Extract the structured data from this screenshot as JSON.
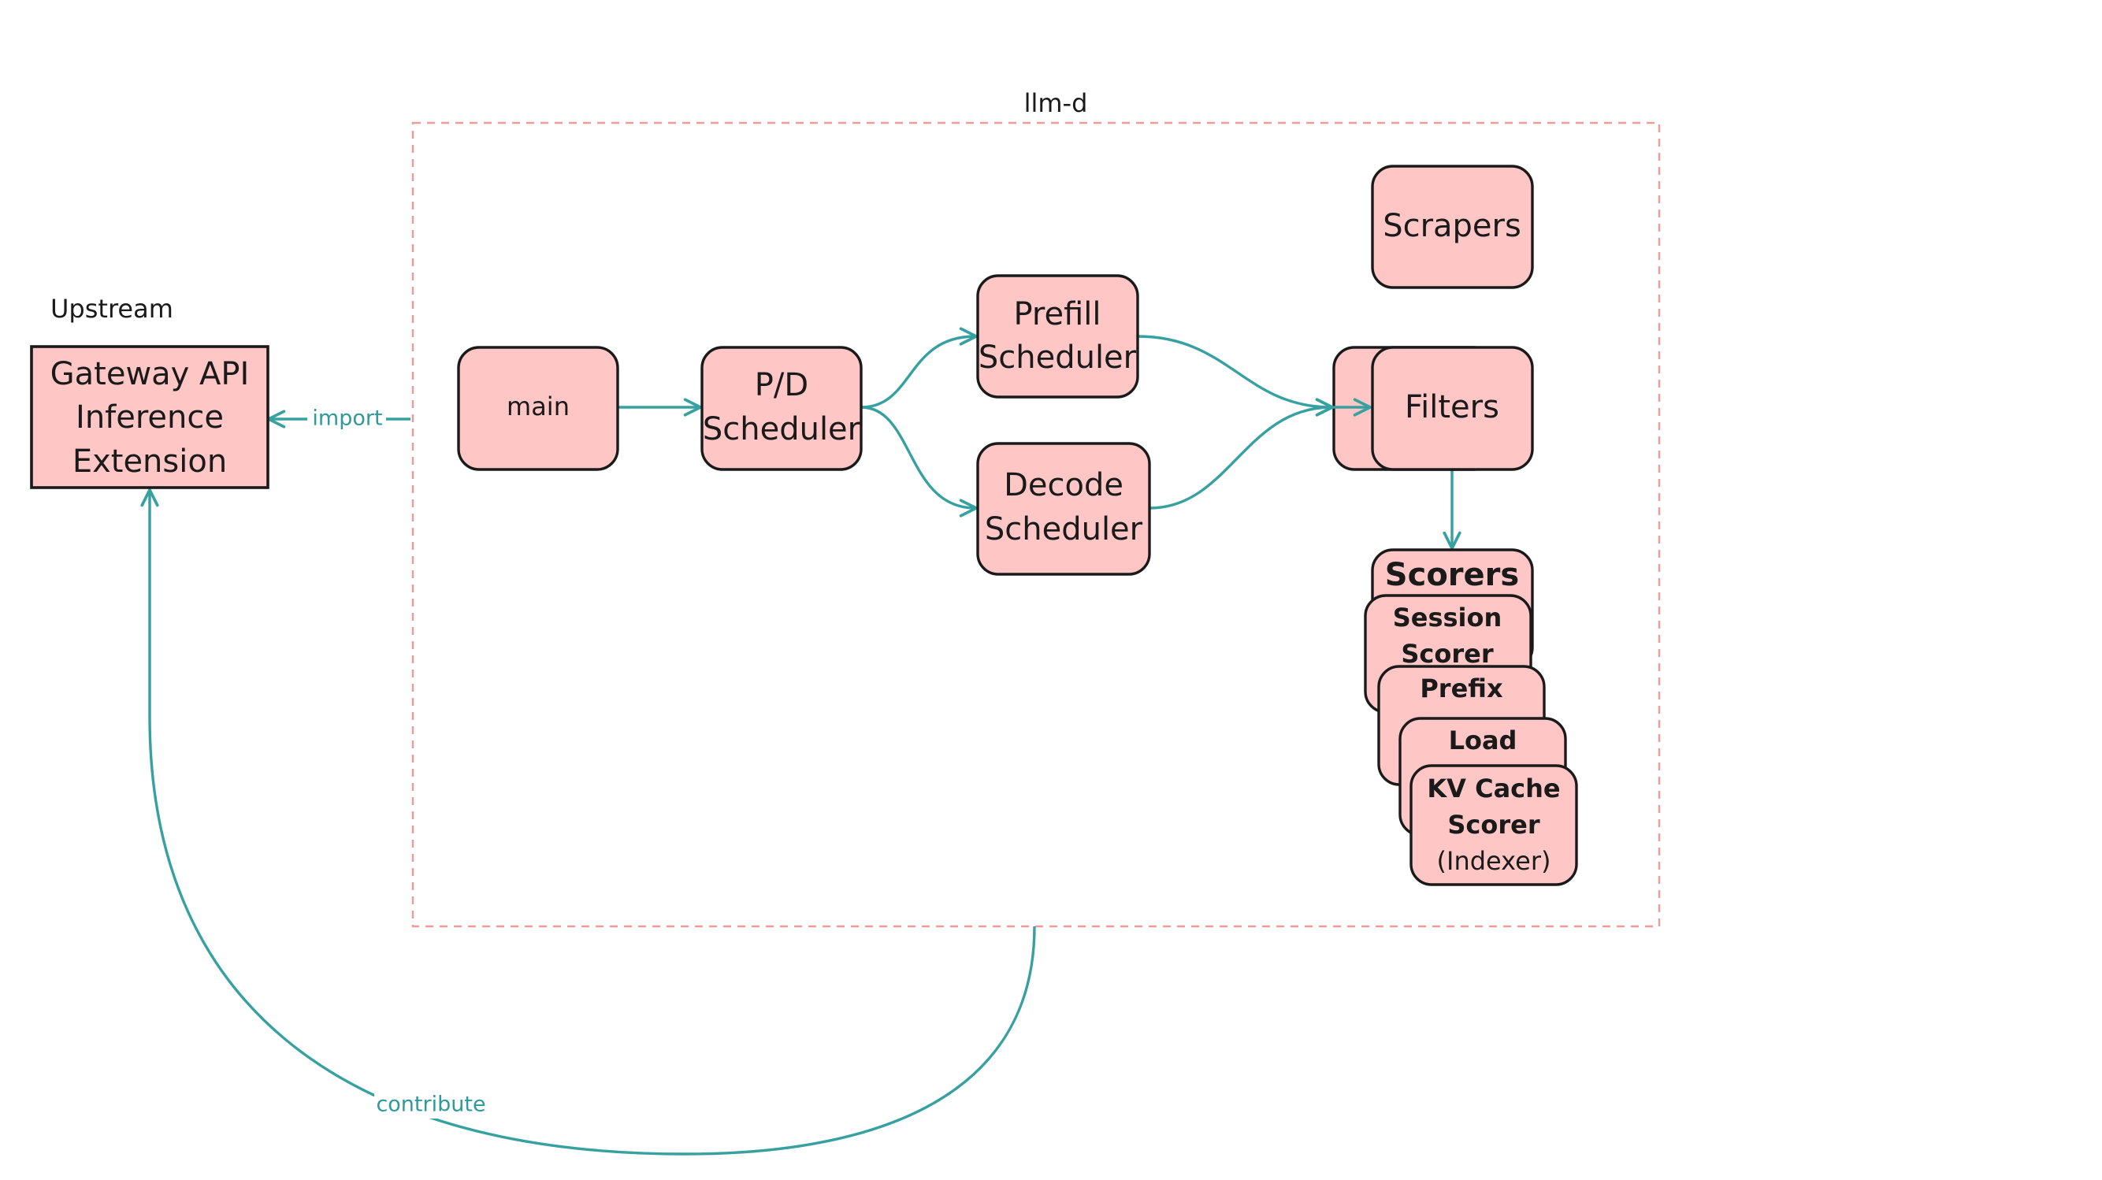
{
  "diagram": {
    "group_label": "llm-d",
    "upstream_label": "Upstream",
    "nodes": {
      "gateway": [
        "Gateway API",
        "Inference",
        "Extension"
      ],
      "main": "main",
      "pd_scheduler": [
        "P/D",
        "Scheduler"
      ],
      "prefill_scheduler": [
        "Prefill",
        "Scheduler"
      ],
      "decode_scheduler": [
        "Decode",
        "Scheduler"
      ],
      "scrapers": "Scrapers",
      "filters": "Filters",
      "scorers": "Scorers",
      "session_scorer": [
        "Session",
        "Scorer"
      ],
      "prefix": "Prefix",
      "load": "Load",
      "kv_cache_scorer": [
        "KV Cache",
        "Scorer",
        "(Indexer)"
      ]
    },
    "edges": {
      "import_label": "import",
      "contribute_label": "contribute"
    },
    "colors": {
      "node_fill": "#ffc6c6",
      "edge": "#37a0a0",
      "group_border": "#f29a9a"
    }
  }
}
